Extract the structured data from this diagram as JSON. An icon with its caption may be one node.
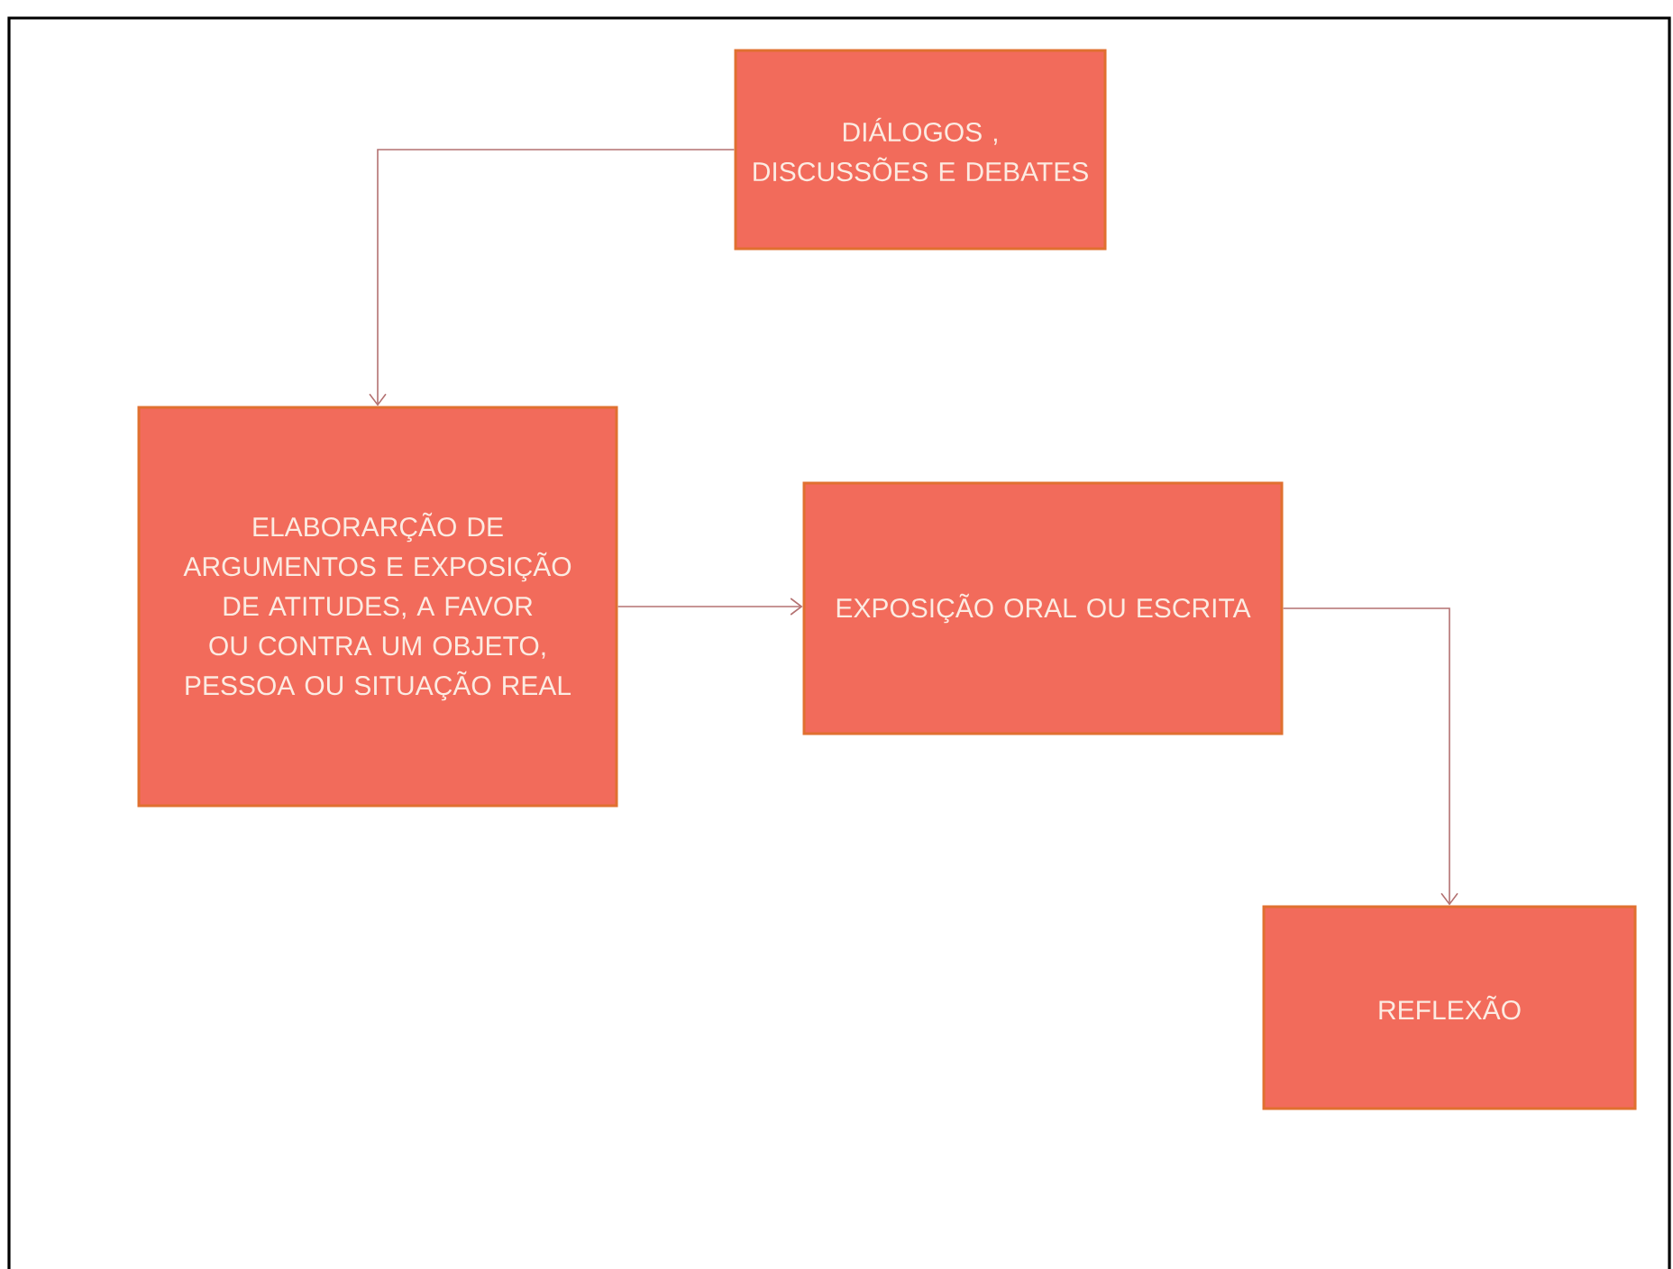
{
  "diagram": {
    "nodes": [
      {
        "text": [
          "DIÁLOGOS , DISCUSSÕES E DEBATES"
        ]
      },
      {
        "text": [
          "ELABORARÇÃO DE ARGUMENTOS E EXPOSIÇÃO DE ATITUDES, A FAVOR OU CONTRA UM OBJETO, PESSOA OU SITUAÇÃO REAL"
        ]
      },
      {
        "text": [
          "EXPOSIÇÃO ORAL OU ESCRITA"
        ]
      },
      {
        "text": [
          "REFLEXÃO"
        ]
      }
    ],
    "edges": [
      {
        "from": 0,
        "to": 1,
        "arrow": "to"
      },
      {
        "from": 1,
        "to": 2,
        "arrow": "to"
      },
      {
        "from": 2,
        "to": 3,
        "arrow": "to"
      }
    ]
  }
}
